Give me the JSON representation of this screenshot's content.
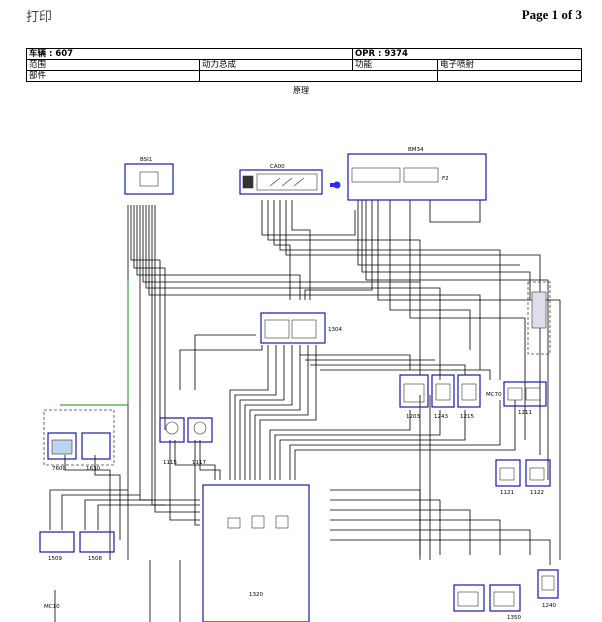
{
  "header": {
    "print_label": "打印",
    "page_label": "Page 1 of 3",
    "vehicle_label": "车辆 : 607",
    "opr_label": "OPR : 9374",
    "row2": [
      "范围",
      "动力总成",
      "功能",
      "电子喷射"
    ],
    "row3": [
      "部件",
      "",
      ""
    ],
    "diagram_title": "原理"
  },
  "components": {
    "bsi1": "BSI1",
    "ca00": "CA00",
    "bm34": "BM34",
    "c1304": "1304",
    "c7600": "7600",
    "c1630": "1630",
    "c1115": "1115",
    "c1117": "1117",
    "c1203": "1203",
    "c1243": "1243",
    "c1215": "1215",
    "c1211": "1211",
    "mc70": "MC70",
    "c1121": "1121",
    "c1122": "1122",
    "c1509": "1509",
    "c1508": "1508",
    "mc10": "MC10",
    "c1320": "1320",
    "c1350": "1350",
    "c1240": "1240",
    "f2": "F2"
  },
  "colors": {
    "wire": "#000000",
    "box": "#1a1aa0",
    "green_wire": "#1d8a1d",
    "connector": "#2a2aff"
  }
}
